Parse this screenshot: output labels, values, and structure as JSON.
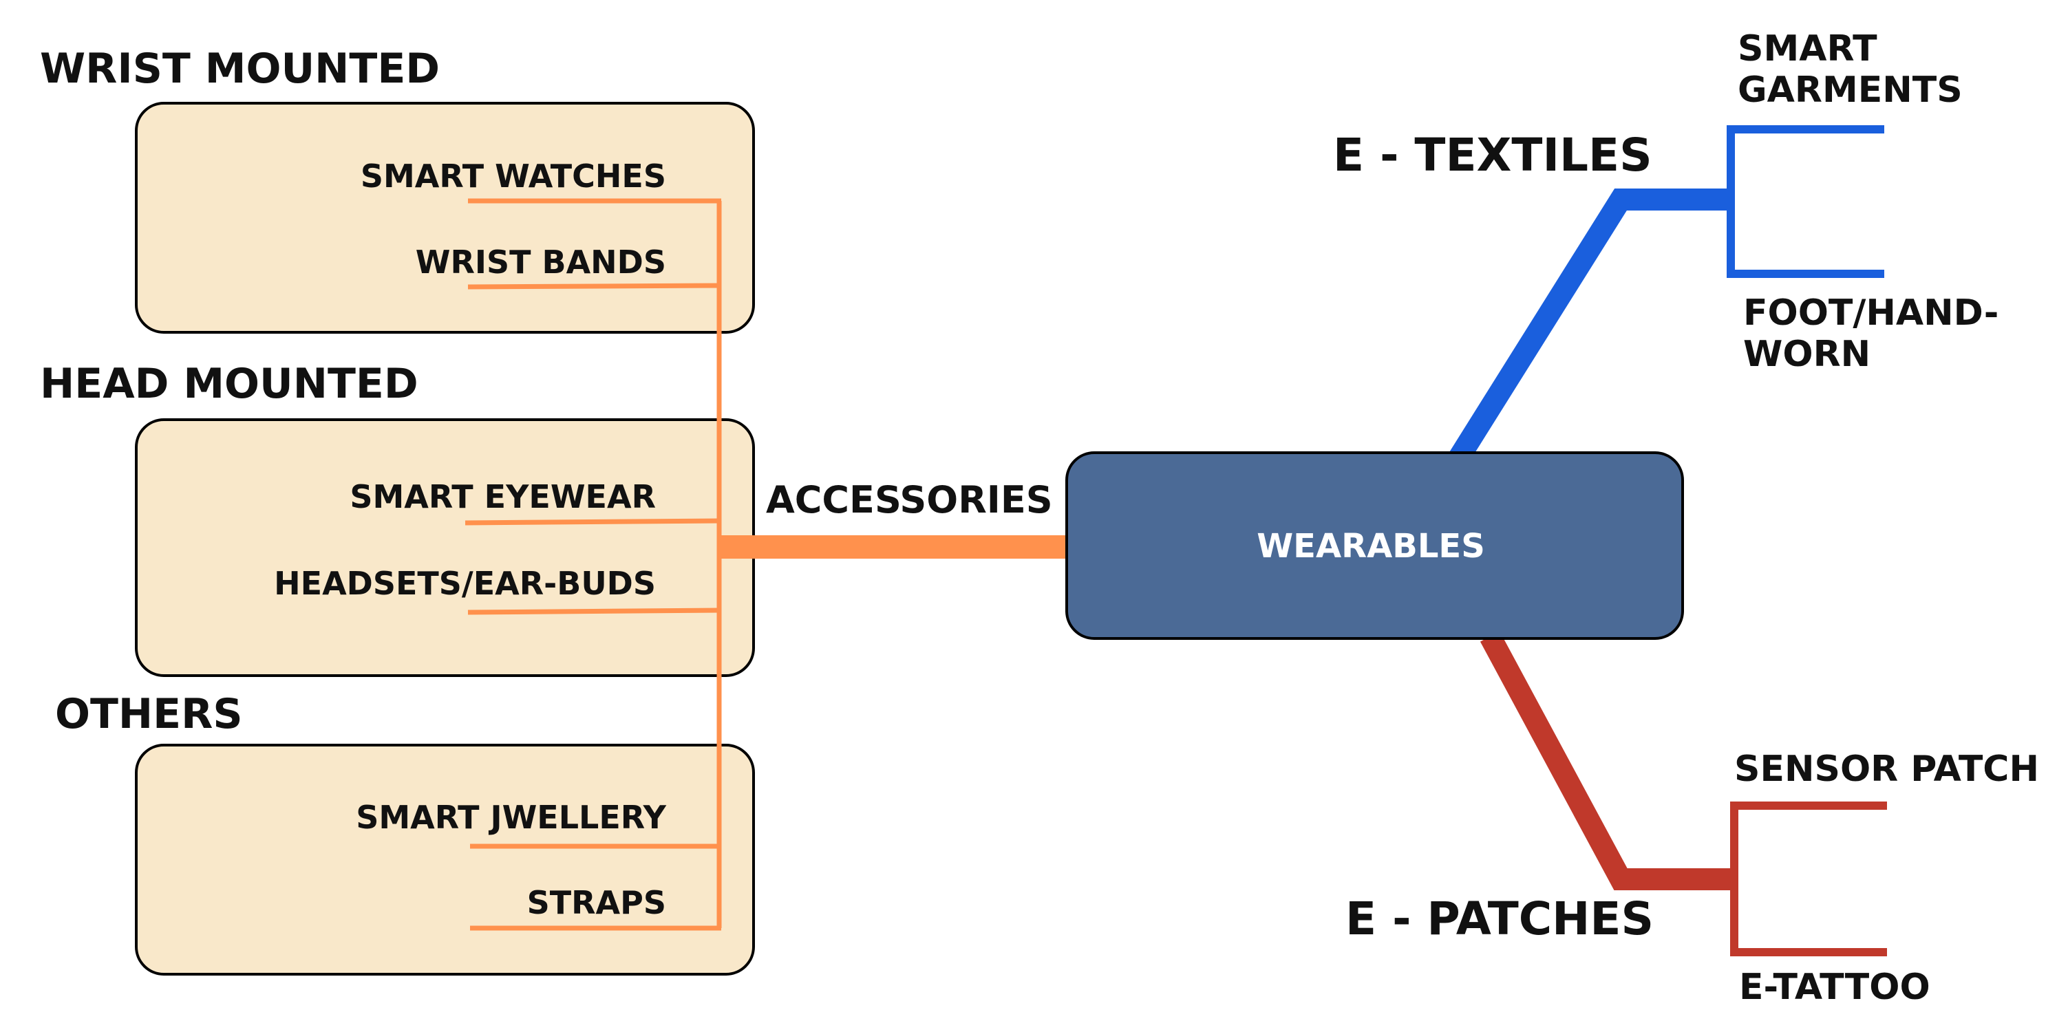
{
  "colors": {
    "accessories": "#FF914D",
    "textiles": "#1A5FDD",
    "patches": "#C0392B",
    "hub_fill": "#4B6A96",
    "group_fill": "#F9E8CA"
  },
  "hub": {
    "label": "WEARABLES"
  },
  "accessories": {
    "label": "ACCESSORIES",
    "groups": [
      {
        "title": "WRIST MOUNTED",
        "items": [
          "SMART WATCHES",
          "WRIST BANDS"
        ]
      },
      {
        "title": "HEAD MOUNTED",
        "items": [
          "SMART EYEWEAR",
          "HEADSETS/EAR-BUDS"
        ]
      },
      {
        "title": "OTHERS",
        "items": [
          "SMART JWELLERY",
          "STRAPS"
        ]
      }
    ]
  },
  "textiles": {
    "label": "E - TEXTILES",
    "items": [
      [
        "SMART",
        "GARMENTS"
      ],
      [
        "FOOT/HAND-",
        "WORN"
      ]
    ]
  },
  "patches": {
    "label": "E - PATCHES",
    "items": [
      "SENSOR PATCH",
      "E-TATTOO"
    ]
  }
}
